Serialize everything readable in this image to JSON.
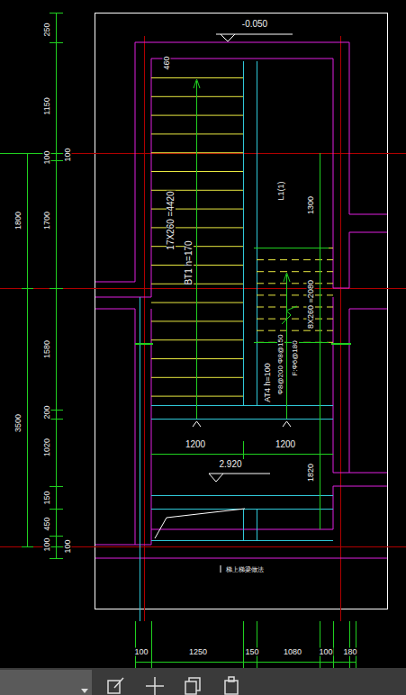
{
  "diagram": {
    "labels": [
      "-0.050",
      "250",
      "1150",
      "100",
      "100",
      "1700",
      "1800",
      "1580",
      "3500",
      "200",
      "1020",
      "150",
      "450",
      "100",
      "100",
      "460",
      "17X260 =4420",
      "BT1 h=170",
      "L1(1)",
      "1300",
      "8X260 =2080",
      "AT4 h=100",
      "Φ8@200 Φ8@150",
      "F:Φ6@180",
      "1200",
      "1200",
      "2.920",
      "1820",
      "梯上梯梁做法",
      "100",
      "1250",
      "150",
      "1080",
      "100",
      "180"
    ]
  }
}
